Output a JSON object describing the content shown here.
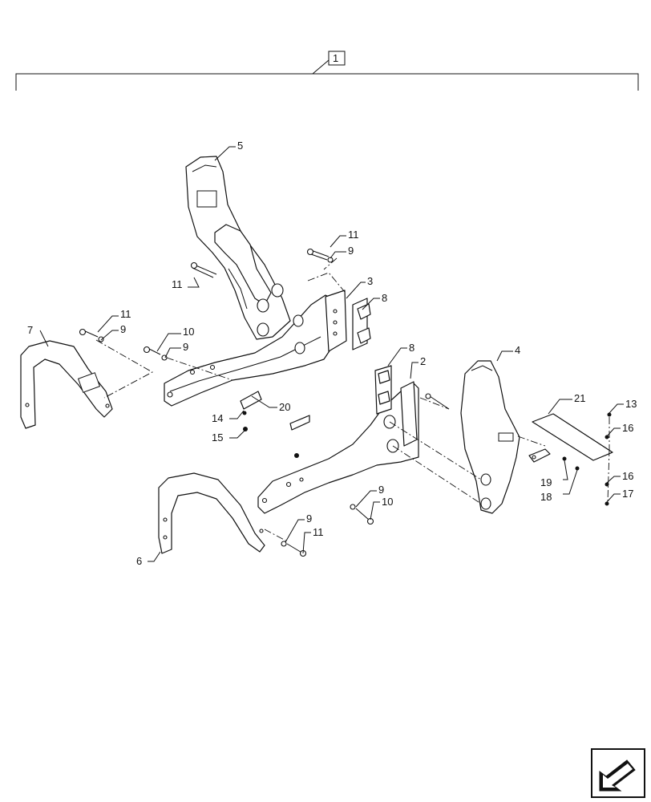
{
  "assembly": {
    "label": "1"
  },
  "callouts": {
    "c2": "2",
    "c3": "3",
    "c4": "4",
    "c5": "5",
    "c6": "6",
    "c7": "7",
    "c8a": "8",
    "c8b": "8",
    "c9a": "9",
    "c9b": "9",
    "c9c": "9",
    "c9d": "9",
    "c9e": "9",
    "c10a": "10",
    "c10b": "10",
    "c11a": "11",
    "c11b": "11",
    "c11c": "11",
    "c11d": "11",
    "c13": "13",
    "c14": "14",
    "c15": "15",
    "c16a": "16",
    "c16b": "16",
    "c17": "17",
    "c18": "18",
    "c19": "19",
    "c20": "20",
    "c21": "21"
  },
  "nav_icon": "next-page-arrow-icon"
}
